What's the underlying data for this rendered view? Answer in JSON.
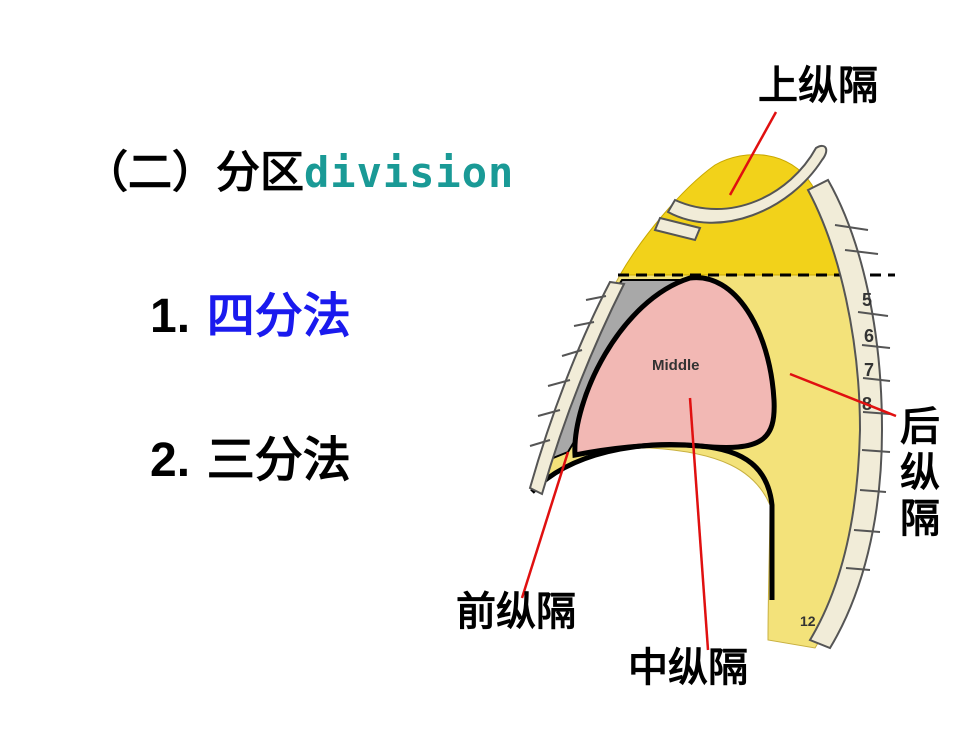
{
  "title": {
    "main": "（二）分区",
    "english": "division"
  },
  "items": [
    {
      "num": "1.",
      "text": "四分法"
    },
    {
      "num": "2.",
      "text": "三分法"
    }
  ],
  "diagram": {
    "region_label": "Middle",
    "rib_numbers": [
      "5",
      "6",
      "7",
      "8",
      "12"
    ],
    "labels": {
      "superior": "上纵隔",
      "posterior": "后纵隔",
      "anterior": "前纵隔",
      "middle": "中纵隔"
    },
    "colors": {
      "superior_fill": "#f2d21a",
      "posterior_fill": "#f3e27a",
      "middle_fill": "#f2b8b4",
      "anterior_fill": "#a8a8a8",
      "bone": "#f1ecd8",
      "pointer": "#e01010"
    }
  }
}
